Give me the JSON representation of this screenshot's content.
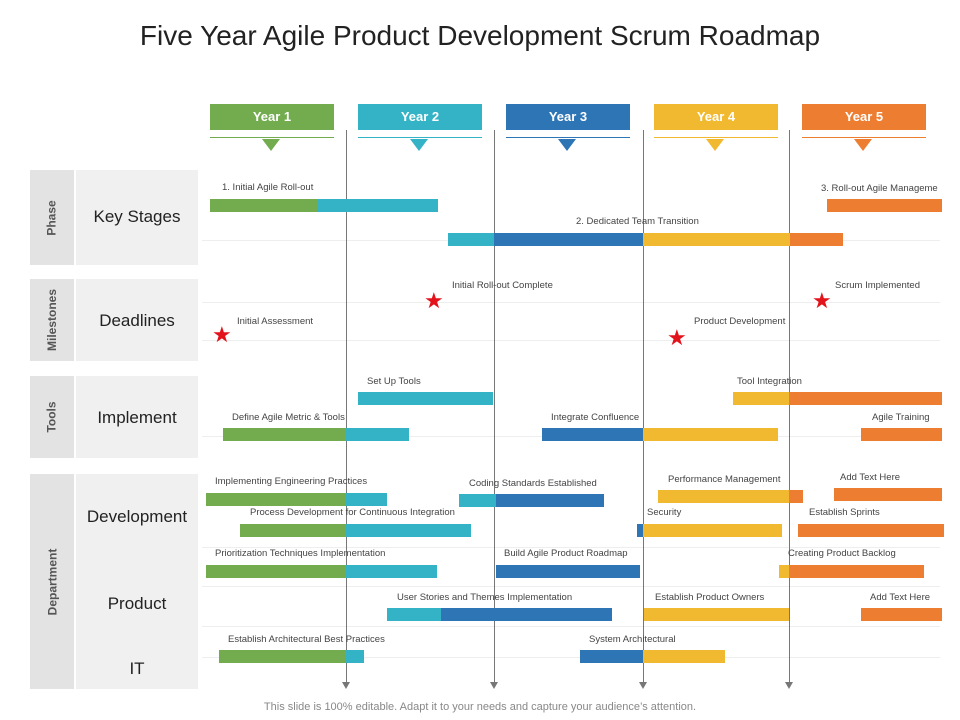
{
  "title": "Five Year Agile Product Development Scrum Roadmap",
  "footer": "This slide is 100% editable. Adapt it to your needs and capture your audience’s attention.",
  "colors": {
    "green": "#72ac4e",
    "teal": "#33b3c5",
    "blue": "#2e75b6",
    "yellow": "#f1b930",
    "orange": "#ed7d31"
  },
  "years": [
    {
      "label": "Year 1",
      "color": "#72ac4e"
    },
    {
      "label": "Year 2",
      "color": "#33b3c5"
    },
    {
      "label": "Year 3",
      "color": "#2e75b6"
    },
    {
      "label": "Year 4",
      "color": "#f1b930"
    },
    {
      "label": "Year 5",
      "color": "#ed7d31"
    }
  ],
  "groups": [
    {
      "label": "Phase"
    },
    {
      "label": "Milestones"
    },
    {
      "label": "Tools"
    },
    {
      "label": "Department"
    }
  ],
  "categories": [
    {
      "label": "Key Stages"
    },
    {
      "label": "Deadlines"
    },
    {
      "label": "Implement"
    },
    {
      "label": "Development"
    },
    {
      "label": "Product"
    },
    {
      "label": "IT"
    }
  ],
  "tasks": [
    {
      "label": "1. Initial Agile Roll-out"
    },
    {
      "label": "3. Roll-out Agile Manageme"
    },
    {
      "label": "2. Dedicated Team Transition"
    },
    {
      "label": "Set Up Tools"
    },
    {
      "label": "Tool Integration"
    },
    {
      "label": "Define Agile Metric & Tools"
    },
    {
      "label": "Integrate Confluence"
    },
    {
      "label": "Agile Training"
    },
    {
      "label": "Implementing Engineering Practices"
    },
    {
      "label": "Coding Standards Established"
    },
    {
      "label": "Performance Management"
    },
    {
      "label": "Add Text Here"
    },
    {
      "label": "Process Development for Continuous Integration"
    },
    {
      "label": "Security"
    },
    {
      "label": "Establish Sprints"
    },
    {
      "label": "Prioritization Techniques Implementation"
    },
    {
      "label": "Build Agile Product Roadmap"
    },
    {
      "label": "Creating Product Backlog"
    },
    {
      "label": "User Stories and Themes Implementation"
    },
    {
      "label": "Establish Product Owners"
    },
    {
      "label": "Add Text Here"
    },
    {
      "label": "Establish Architectural Best Practices"
    },
    {
      "label": "System Architectural"
    }
  ],
  "milestones": [
    {
      "label": "Initial Roll-out Complete"
    },
    {
      "label": "Scrum Implemented"
    },
    {
      "label": "Initial Assessment"
    },
    {
      "label": "Product Development"
    }
  ],
  "star_glyph": "★"
}
